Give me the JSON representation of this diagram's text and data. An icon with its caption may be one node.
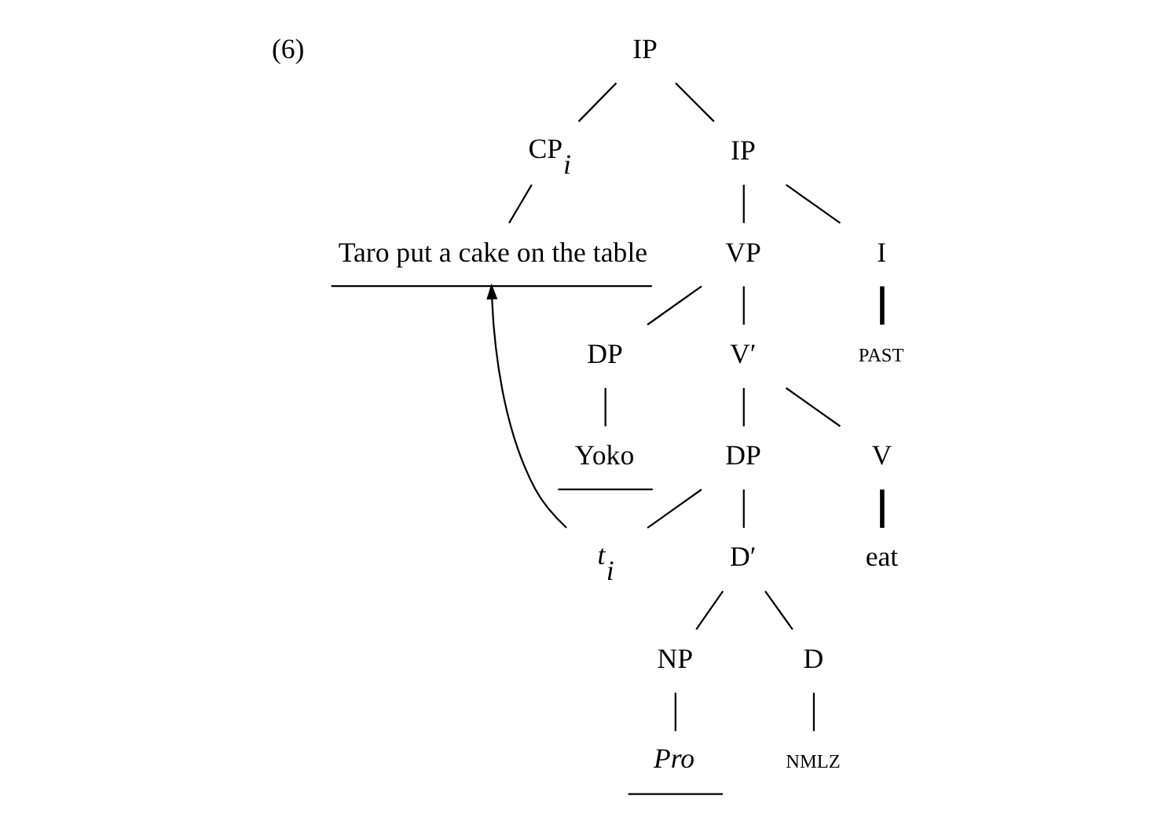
{
  "diagram": {
    "nodes": [
      {
        "text": [
          "IP"
        ]
      },
      {
        "text": [
          "CP$_{i}$"
        ]
      },
      {
        "text": [
          "IP"
        ]
      },
      {
        "text": [
          "Taro put a cake on the table"
        ]
      },
      {
        "text": [
          "VP"
        ]
      },
      {
        "text": [
          "I"
        ]
      },
      {
        "text": [
          "PAST"
        ]
      },
      {
        "text": [
          "DP"
        ]
      },
      {
        "text": [
          "V′"
        ]
      },
      {
        "text": [
          "Yoko"
        ]
      },
      {
        "text": [
          "DP"
        ]
      },
      {
        "text": [
          "V"
        ]
      },
      {
        "text": [
          "t$_{i}$"
        ]
      },
      {
        "text": [
          "D′"
        ]
      },
      {
        "text": [
          "eat"
        ]
      },
      {
        "text": [
          "NP"
        ]
      },
      {
        "text": [
          "D"
        ]
      },
      {
        "text": [
          "Pro"
        ]
      },
      {
        "text": [
          "NMLZ"
        ]
      }
    ],
    "edges": [
      {
        "from": 0,
        "to": 1,
        "arrow": "none"
      },
      {
        "from": 0,
        "to": 2,
        "arrow": "none"
      },
      {
        "from": 1,
        "to": 3,
        "arrow": "none"
      },
      {
        "from": 2,
        "to": 4,
        "arrow": "none"
      },
      {
        "from": 2,
        "to": 5,
        "arrow": "none"
      },
      {
        "from": 5,
        "to": 6,
        "arrow": "none",
        "style": "thick"
      },
      {
        "from": 4,
        "to": 7,
        "arrow": "none"
      },
      {
        "from": 4,
        "to": 8,
        "arrow": "none"
      },
      {
        "from": 7,
        "to": 9,
        "arrow": "none"
      },
      {
        "from": 8,
        "to": 10,
        "arrow": "none"
      },
      {
        "from": 8,
        "to": 11,
        "arrow": "none"
      },
      {
        "from": 10,
        "to": 12,
        "arrow": "none"
      },
      {
        "from": 10,
        "to": 13,
        "arrow": "none"
      },
      {
        "from": 11,
        "to": 14,
        "arrow": "none",
        "style": "thick"
      },
      {
        "from": 13,
        "to": 15,
        "arrow": "none"
      },
      {
        "from": 13,
        "to": 16,
        "arrow": "none"
      },
      {
        "from": 15,
        "to": 17,
        "arrow": "none"
      },
      {
        "from": 16,
        "to": 18,
        "arrow": "none"
      },
      {
        "from": 12,
        "to": 3,
        "arrow": "to"
      }
    ],
    "labels": [
      "(6)"
    ]
  }
}
